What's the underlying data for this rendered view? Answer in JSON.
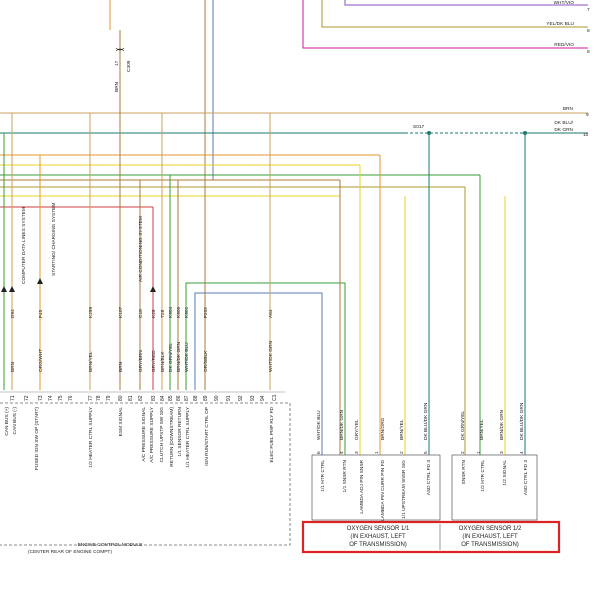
{
  "colors": {
    "magenta": "#d4149a",
    "violet": "#8a4fc0",
    "olive": "#a89a2a",
    "yellow": "#e8d020",
    "orange": "#e8952a",
    "red": "#d23c3c",
    "teal": "#1a7a70",
    "green": "#3a9c3a",
    "blue": "#5a79b8",
    "brown": "#a87a3a",
    "tan": "#c9a25c",
    "highlight": "#dd2222"
  },
  "top_wires": [
    {
      "label": "WHT/VIO",
      "num": "7"
    },
    {
      "label": "YEL/DK BLU",
      "num": "8"
    },
    {
      "label": "RED/VIO",
      "num": "8"
    }
  ],
  "bus_wires": {
    "brn": {
      "label": "BRN",
      "num": "9"
    },
    "dkblu": {
      "label1": "DK BLU/",
      "label2": "DK GRN",
      "num": "10"
    }
  },
  "splice": "S017",
  "c309": {
    "color": "BRN",
    "pin": "17",
    "conn": "C309"
  },
  "systems": {
    "computer_data": "COMPUTER DATA LINES SYSTEM",
    "starting": "STARTING/ CHARGING SYSTEM",
    "ac": "AIR CONDITIONING SYSTEM"
  },
  "circuit_codes": [
    "D94",
    "F45",
    "K299",
    "K107",
    "C18",
    "K29",
    "T28",
    "K904",
    "K906",
    "K901",
    "F202",
    "A64"
  ],
  "ecm_wire_colors": [
    "BRN",
    "ORG/WHT",
    "BRN/YEL",
    "BRN",
    "GRY/BRN",
    "GRY/RED",
    "BRN/BLK",
    "DK GRN/YEL",
    "BRN/DK GRN",
    "WHT/DK BLU",
    "OR/GBLK",
    "WHT/DK GRN"
  ],
  "ecm_pin_numbers": [
    "71",
    "72",
    "73",
    "74",
    "75",
    "76",
    "77",
    "78",
    "79",
    "80",
    "81",
    "82",
    "83",
    "84",
    "85",
    "86",
    "87",
    "88",
    "89",
    "90",
    "91",
    "92",
    "93",
    "94",
    "C1"
  ],
  "ecm_pin_functions": [
    "CAN BUS (+)",
    "CAN BUS (-)",
    "FUSED IGN SW OP (START)",
    "1/2 HEATER CTRL SUPPLY",
    "ESM SIGNAL",
    "A/C PRESSURE SIGNAL",
    "A/C PRESSURE SUPPLY",
    "CLUTCH UPSTP SW SIG",
    "RETURN (DOWNSTREAM)",
    "1/1 SENSOR RETURN",
    "1/1 HEATER CTRL SUPPLY",
    "IGN RUN/START CTRL OP",
    "ELEC FUEL PMP RLY FD"
  ],
  "ecm_title": "ENGINE CONTROL MODULE",
  "ecm_subtitle": "(CENTER REAR OF ENGINE COMPT)",
  "o2s11": {
    "pins": [
      "6",
      "4",
      "3",
      "1",
      "2",
      "5"
    ],
    "wire_colors": [
      "WHT/DK BLU",
      "BRN/DK GRN",
      "GRY/YEL",
      "BRN/ORG",
      "BRN/YEL",
      "DK BLU/DK GRN"
    ],
    "functions": [
      "1/1 HTR CTRL",
      "1/1 SNSR RTN",
      "LAMBDA ADJ PIN SNSR",
      "LAMBDA PIN CURR PIN FD",
      "1/1 UPSTREAM SNSR SIG",
      "ASD CTRL FD 3"
    ],
    "title1": "OXYGEN SENSOR 1/1",
    "title2": "(IN EXHAUST, LEFT",
    "title3": "OF TRANSMISSION)"
  },
  "o2s12": {
    "pins": [
      "2",
      "1",
      "3",
      "4"
    ],
    "wire_colors": [
      "DK GRN/YEL",
      "BRN/YEL",
      "BRN/DK GRN",
      "DK BLU/DK GRN"
    ],
    "functions": [
      "SNSR RTN",
      "1/2 HTR CTRL",
      "1/2 SIGNAL",
      "ASD CTRL FD 3"
    ],
    "title1": "OXYGEN SENSOR 1/2",
    "title2": "(IN EXHAUST, LEFT",
    "title3": "OF TRANSMISSION)"
  }
}
